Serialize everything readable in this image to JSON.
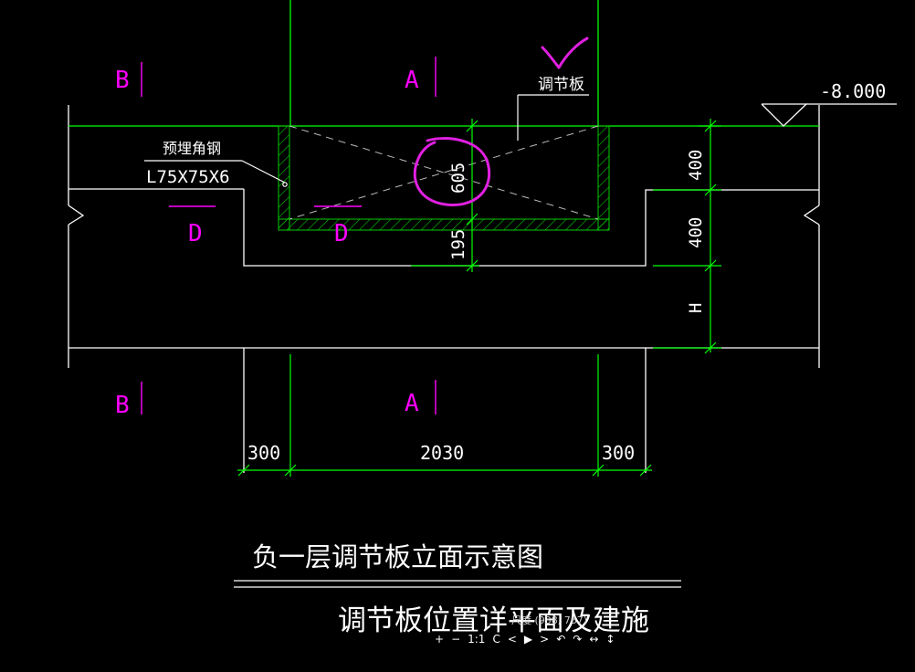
{
  "drawing": {
    "section_labels": {
      "b_top": "B",
      "a_top": "A",
      "b_bottom": "B",
      "a_bottom": "A",
      "d_left": "D",
      "d_center": "D"
    },
    "elevation_label": "-8.000",
    "adjust_plate_label": "调节板",
    "embedded_angle_label": "预埋角钢",
    "angle_spec": "L75X75X6",
    "dimensions": {
      "pit_depth": "605",
      "bottom_offset": "195",
      "right_upper": "400",
      "right_middle": "400",
      "right_lower": "H",
      "bottom_left": "300",
      "bottom_center": "2030",
      "bottom_right": "300"
    },
    "title_main": "负一层调节板立面示意图",
    "title_sub": "调节板位置详平面及建施"
  },
  "colors": {
    "background": "#000000",
    "structure_line": "#ffffff",
    "dimension_line": "#00ff00",
    "label_magenta": "#ff00ff",
    "hatch_green": "#00cc00",
    "annotation_pen": "#e020e0"
  },
  "viewer": {
    "zoom_readout": "尺度 (938, 767)",
    "controls": {
      "zoom_in": "+",
      "zoom_out": "−",
      "actual_size": "1:1",
      "reset": "C",
      "prev": "<",
      "play": "▶",
      "next": ">",
      "rotate_left": "↶",
      "rotate_right": "↷",
      "flip_horizontal": "↔",
      "flip_vertical": "↕"
    }
  }
}
